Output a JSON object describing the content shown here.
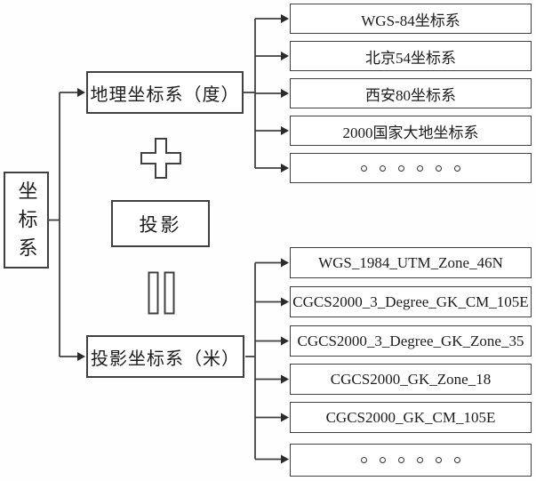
{
  "diagram": {
    "title_hint": "coordinate system composition diagram",
    "colors": {
      "line": "#404040",
      "text": "#1c1c1c",
      "background": "#ffffff"
    },
    "root": {
      "label": "坐标系"
    },
    "operators": {
      "plus_icon": "plus-outline",
      "equals_icon": "equals-outline-vertical"
    },
    "projection_operand": {
      "label": "投影"
    },
    "geographic": {
      "label": "地理坐标系（度）",
      "children": [
        {
          "label": "WGS-84坐标系"
        },
        {
          "label": "北京54坐标系"
        },
        {
          "label": "西安80坐标系"
        },
        {
          "label": "2000国家大地坐标系"
        },
        {
          "dots": 6
        }
      ]
    },
    "projected": {
      "label": "投影坐标系（米）",
      "children": [
        {
          "label": "WGS_1984_UTM_Zone_46N"
        },
        {
          "label": "CGCS2000_3_Degree_GK_CM_105E"
        },
        {
          "label": "CGCS2000_3_Degree_GK_Zone_35"
        },
        {
          "label": "CGCS2000_GK_Zone_18"
        },
        {
          "label": "CGCS2000_GK_CM_105E"
        },
        {
          "dots": 6
        }
      ]
    }
  }
}
